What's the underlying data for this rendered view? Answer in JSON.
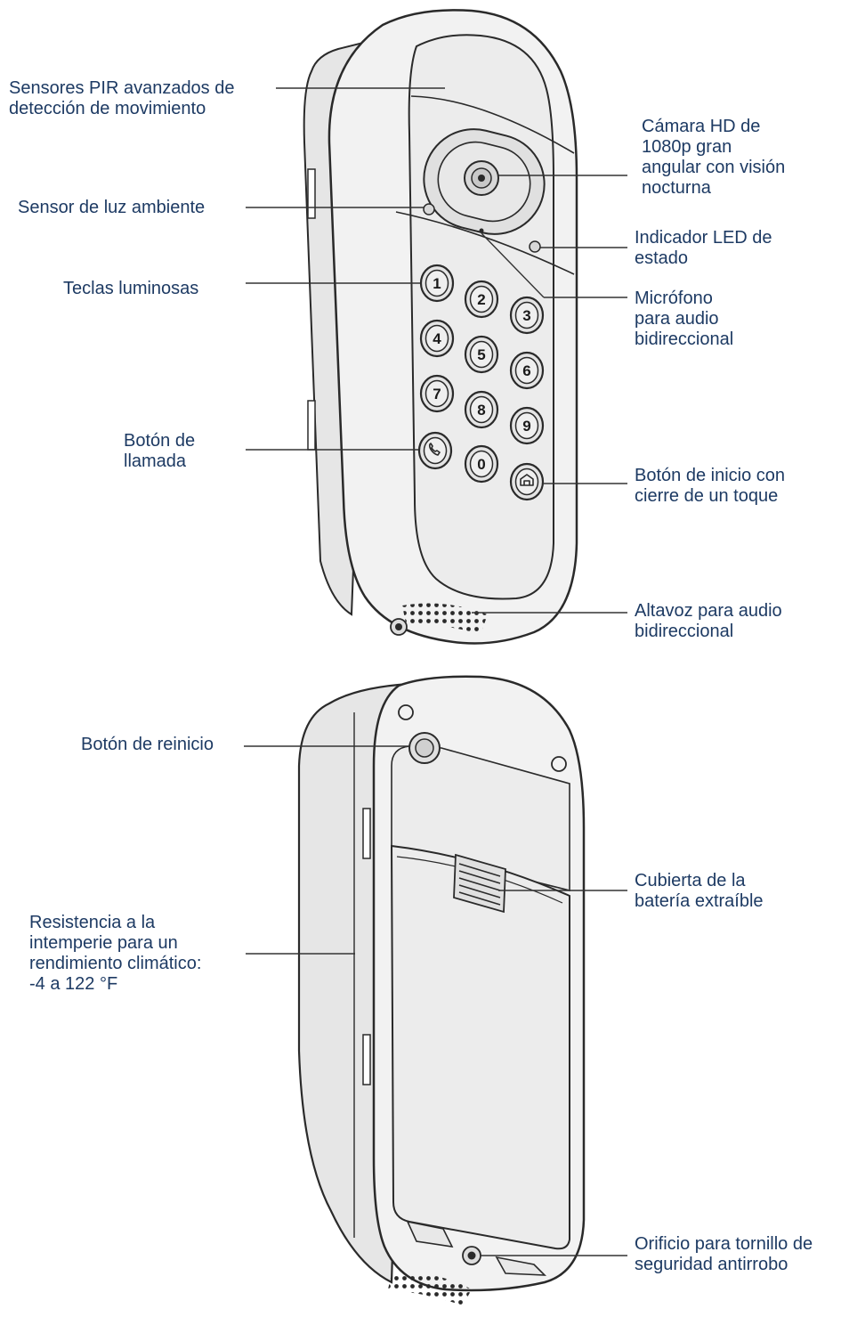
{
  "colors": {
    "label_text": "#1d3a63",
    "leader_line": "#333333",
    "outline": "#2a2a2a",
    "body_fill": "#f2f2f2",
    "face_fill": "#ececec",
    "key_fill": "#e4e4e4"
  },
  "front": {
    "labels": {
      "pir": "Sensores PIR avanzados de\ndetección de movimiento",
      "ambient": "Sensor de luz ambiente",
      "keys": "Teclas luminosas",
      "call": "Botón de\nllamada",
      "camera": "Cámara HD de\n1080p gran\nangular con visión\nnocturna",
      "led": "Indicador LED de\nestado",
      "mic": "Micrófono\npara audio\nbidireccional",
      "home": "Botón de inicio con\ncierre de un toque",
      "speaker": "Altavoz para audio\nbidireccional"
    },
    "keypad": [
      "1",
      "2",
      "3",
      "4",
      "5",
      "6",
      "7",
      "8",
      "9",
      "0"
    ]
  },
  "back": {
    "labels": {
      "reset": "Botón de reinicio",
      "battery": "Cubierta de la\nbatería extraíble",
      "weather": "Resistencia a la\nintemperie para un\nrendimiento climático:\n-4 a 122 °F",
      "screw": "Orificio para tornillo de\nseguridad antirrobo"
    }
  }
}
